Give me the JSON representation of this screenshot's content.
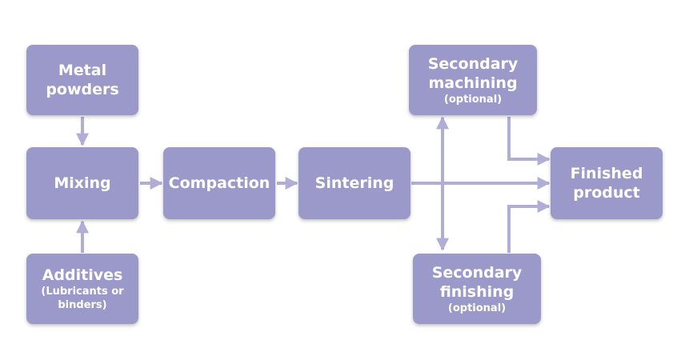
{
  "colors": {
    "box": "#9b99c9",
    "arrow": "#b0aed6",
    "text": "#ffffff"
  },
  "nodes": {
    "metal_powders": {
      "line1": "Metal",
      "line2": "powders"
    },
    "mixing": {
      "label": "Mixing"
    },
    "additives": {
      "label": "Additives",
      "sub1": "(Lubricants or",
      "sub2": "binders)"
    },
    "compaction": {
      "label": "Compaction"
    },
    "sintering": {
      "label": "Sintering"
    },
    "secondary_machining": {
      "line1": "Secondary",
      "line2": "machining",
      "note": "(optional)"
    },
    "secondary_finishing": {
      "line1": "Secondary",
      "line2": "finishing",
      "note": "(optional)"
    },
    "finished_product": {
      "line1": "Finished",
      "line2": "product"
    }
  }
}
